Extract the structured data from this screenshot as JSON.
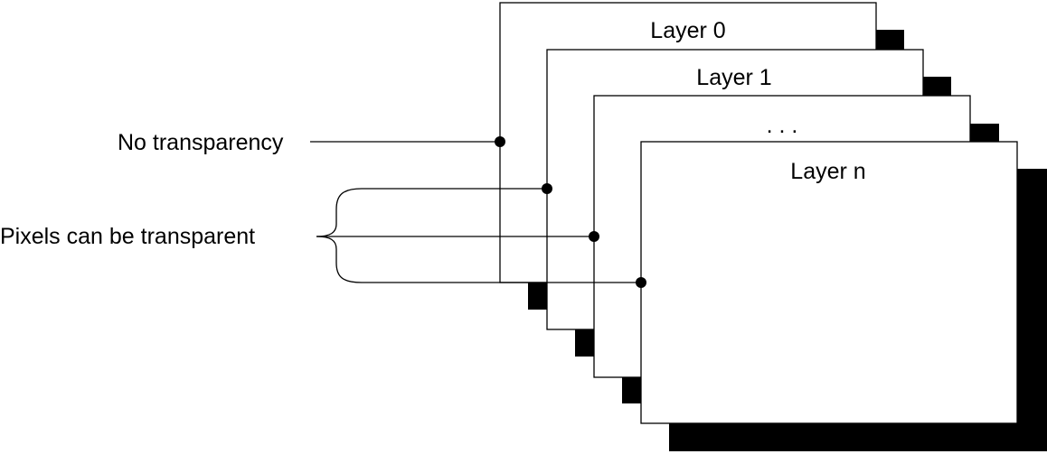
{
  "layers": [
    {
      "id": "layer-0",
      "label": "Layer 0"
    },
    {
      "id": "layer-1",
      "label": "Layer 1"
    },
    {
      "id": "layer-dots",
      "label": ". . ."
    },
    {
      "id": "layer-n",
      "label": "Layer n"
    }
  ],
  "annotations": {
    "no_transparency": "No transparency",
    "pixels_transparent": "Pixels can be transparent"
  },
  "colors": {
    "line": "#000000",
    "background": "#ffffff",
    "shadow": "#000000"
  }
}
